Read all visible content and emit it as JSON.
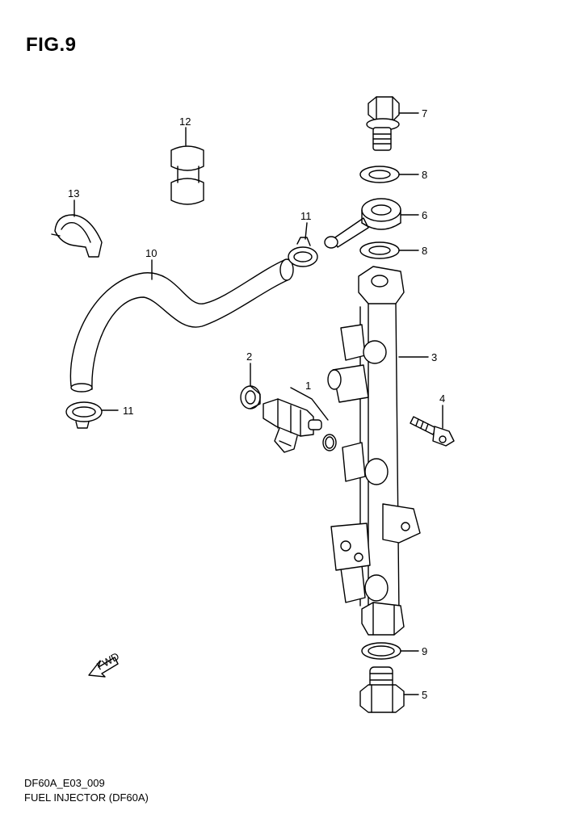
{
  "figure": {
    "title": "FIG.9",
    "model_code": "DF60A_E03_009",
    "description": "FUEL INJECTOR (DF60A)"
  },
  "callouts": [
    {
      "id": "c1",
      "label": "1"
    },
    {
      "id": "c2",
      "label": "2"
    },
    {
      "id": "c3",
      "label": "3"
    },
    {
      "id": "c4",
      "label": "4"
    },
    {
      "id": "c5",
      "label": "5"
    },
    {
      "id": "c6",
      "label": "6"
    },
    {
      "id": "c7",
      "label": "7"
    },
    {
      "id": "c8a",
      "label": "8"
    },
    {
      "id": "c8b",
      "label": "8"
    },
    {
      "id": "c9",
      "label": "9"
    },
    {
      "id": "c10",
      "label": "10"
    },
    {
      "id": "c11a",
      "label": "11"
    },
    {
      "id": "c11b",
      "label": "11"
    },
    {
      "id": "c12",
      "label": "12"
    },
    {
      "id": "c13",
      "label": "13"
    }
  ],
  "fwd_arrow": {
    "label": "FWD"
  }
}
